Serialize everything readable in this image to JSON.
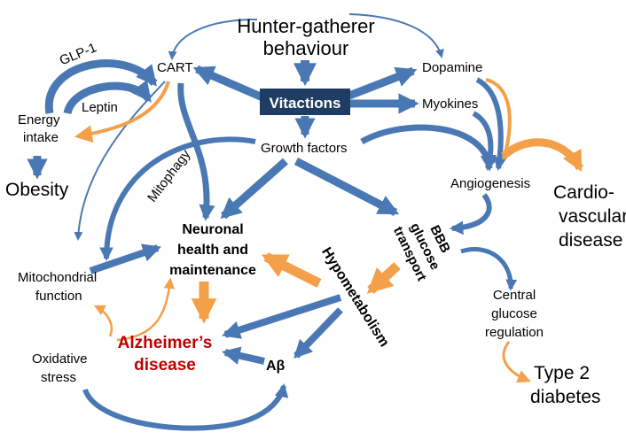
{
  "nodes": {
    "hunter_line1": "Hunter-gatherer",
    "hunter_line2": "behaviour",
    "vitactions": "Vitactions",
    "cart": "CART",
    "glp1": "GLP-1",
    "leptin": "Leptin",
    "energy_line1": "Energy",
    "energy_line2": "intake",
    "obesity": "Obesity",
    "dopamine": "Dopamine",
    "myokines": "Myokines",
    "growth_factors": "Growth factors",
    "angiogenesis": "Angiogenesis",
    "cardio_line1": "Cardio-",
    "cardio_line2": "vascular",
    "cardio_line3": "disease",
    "mitophagy": "Mitophagy",
    "neuronal_line1": "Neuronal",
    "neuronal_line2": "health and",
    "neuronal_line3": "maintenance",
    "bbb_line1": "BBB",
    "bbb_line2": "glucose",
    "bbb_line3": "transport",
    "hypometabolism": "Hypometabolism",
    "mito_line1": "Mitochondrial",
    "mito_line2": "function",
    "central_line1": "Central",
    "central_line2": "glucose",
    "central_line3": "regulation",
    "alz_line1": "Alzheimer’s",
    "alz_line2": "disease",
    "oxidative_line1": "Oxidative",
    "oxidative_line2": "stress",
    "abeta": "Aβ",
    "t2d_line1": "Type 2",
    "t2d_line2": "diabetes"
  },
  "colors": {
    "arrow_blue": "#4a78b5",
    "arrow_blue_dark": "#2f5a94",
    "arrow_orange": "#f4a04a",
    "vitactions_box": "#1f3d63",
    "alzheimers_text": "#c00000"
  }
}
